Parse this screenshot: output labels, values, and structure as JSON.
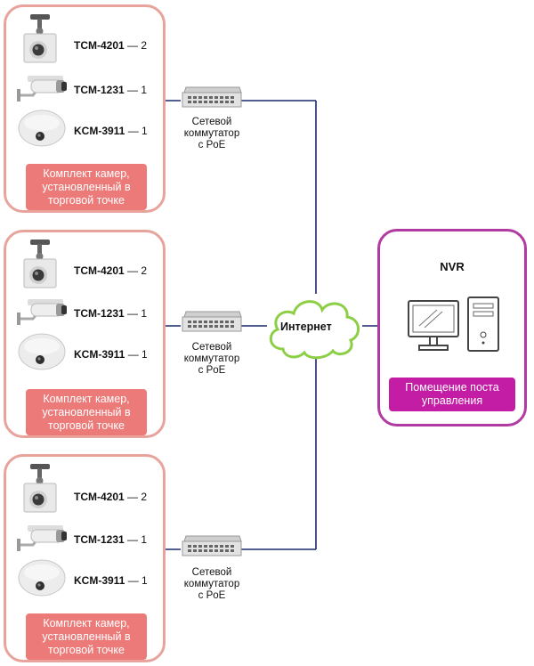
{
  "sites": [
    {
      "cameras": [
        {
          "model": "TCM-4201",
          "count": "2",
          "icon": "cube-camera-icon"
        },
        {
          "model": "TCM-1231",
          "count": "1",
          "icon": "bullet-camera-icon"
        },
        {
          "model": "KCM-3911",
          "count": "1",
          "icon": "fisheye-camera-icon"
        }
      ],
      "caption": "Комплект камер, установленный в торговой точке"
    },
    {
      "cameras": [
        {
          "model": "TCM-4201",
          "count": "2",
          "icon": "cube-camera-icon"
        },
        {
          "model": "TCM-1231",
          "count": "1",
          "icon": "bullet-camera-icon"
        },
        {
          "model": "KCM-3911",
          "count": "1",
          "icon": "fisheye-camera-icon"
        }
      ],
      "caption": "Комплект камер, установленный в торговой точке"
    },
    {
      "cameras": [
        {
          "model": "TCM-4201",
          "count": "2",
          "icon": "cube-camera-icon"
        },
        {
          "model": "TCM-1231",
          "count": "1",
          "icon": "bullet-camera-icon"
        },
        {
          "model": "KCM-3911",
          "count": "1",
          "icon": "fisheye-camera-icon"
        }
      ],
      "caption": "Комплект камер, установленный в торговой точке"
    }
  ],
  "switch": {
    "label_lines": [
      "Сетевой",
      "коммутатор",
      "с PoE"
    ],
    "icon": "network-switch-icon"
  },
  "internet": {
    "label": "Интернет",
    "icon": "cloud-icon"
  },
  "nvr": {
    "title": "NVR",
    "caption": "Помещение поста управления",
    "icons": [
      "monitor-icon",
      "pc-tower-icon"
    ]
  },
  "colors": {
    "site_border": "#e8a39c",
    "site_caption_bg": "#eb7a78",
    "nvr_border": "#b23aa3",
    "nvr_caption_bg": "#c21da4",
    "line": "#1a2a6c",
    "cloud_stroke": "#8ccf45"
  }
}
